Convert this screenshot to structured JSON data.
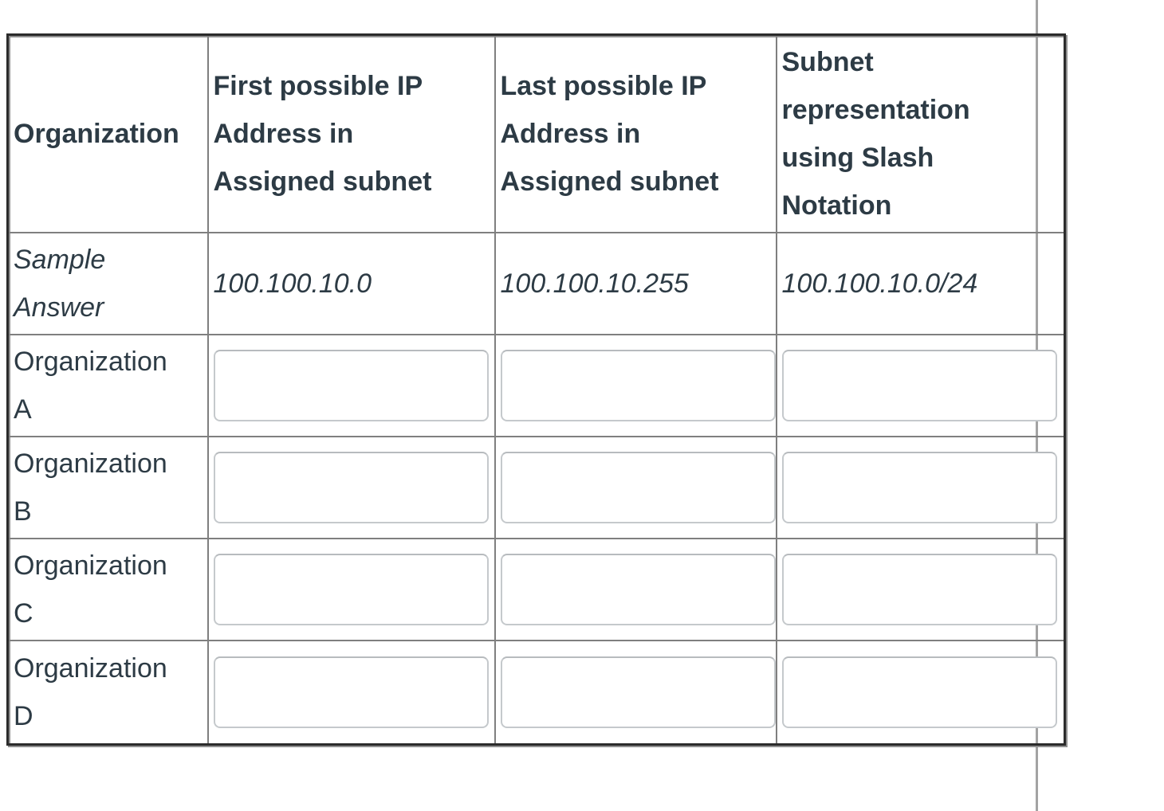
{
  "page": {
    "background_color": "#ffffff",
    "vertical_rule_color": "#a3a3a3"
  },
  "worksheet_table": {
    "text_color": "#2d3b45",
    "outer_border_color": "#2b2b2b",
    "grid_color": "#7f7f7f",
    "input_border_color": "#c5c9cc",
    "headers": {
      "organization": "Organization",
      "first_ip": "First possible IP\nAddress in\nAssigned subnet",
      "last_ip": "Last possible IP\nAddress in\nAssigned subnet",
      "slash_notation": "Subnet\nrepresentation\nusing Slash\nNotation"
    },
    "sample_row": {
      "label": "Sample\nAnswer",
      "first_ip": "100.100.10.0",
      "last_ip": "100.100.10.255",
      "slash_notation": "100.100.10.0/24"
    },
    "answer_rows": [
      {
        "label": "Organization\nA",
        "first_ip_value": "",
        "last_ip_value": "",
        "slash_notation_value": ""
      },
      {
        "label": "Organization\nB",
        "first_ip_value": "",
        "last_ip_value": "",
        "slash_notation_value": ""
      },
      {
        "label": "Organization\nC",
        "first_ip_value": "",
        "last_ip_value": "",
        "slash_notation_value": ""
      },
      {
        "label": "Organization\nD",
        "first_ip_value": "",
        "last_ip_value": "",
        "slash_notation_value": ""
      }
    ]
  }
}
